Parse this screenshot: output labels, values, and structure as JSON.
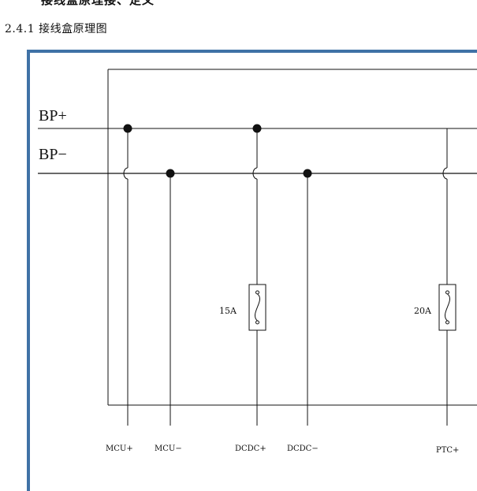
{
  "document": {
    "heading_partial": "接线盒原理接、定义",
    "section_title": "2.4.1 接线盒原理图"
  },
  "schematic": {
    "bus": {
      "positive": "BP+",
      "negative": "BP−"
    },
    "fuses": [
      {
        "rating": "15A"
      },
      {
        "rating": "20A"
      }
    ],
    "terminals": [
      "MCU+",
      "MCU−",
      "DCDC+",
      "DCDC−",
      "PTC+"
    ]
  },
  "colors": {
    "frame": "#3f72a6",
    "line": "#111111"
  }
}
